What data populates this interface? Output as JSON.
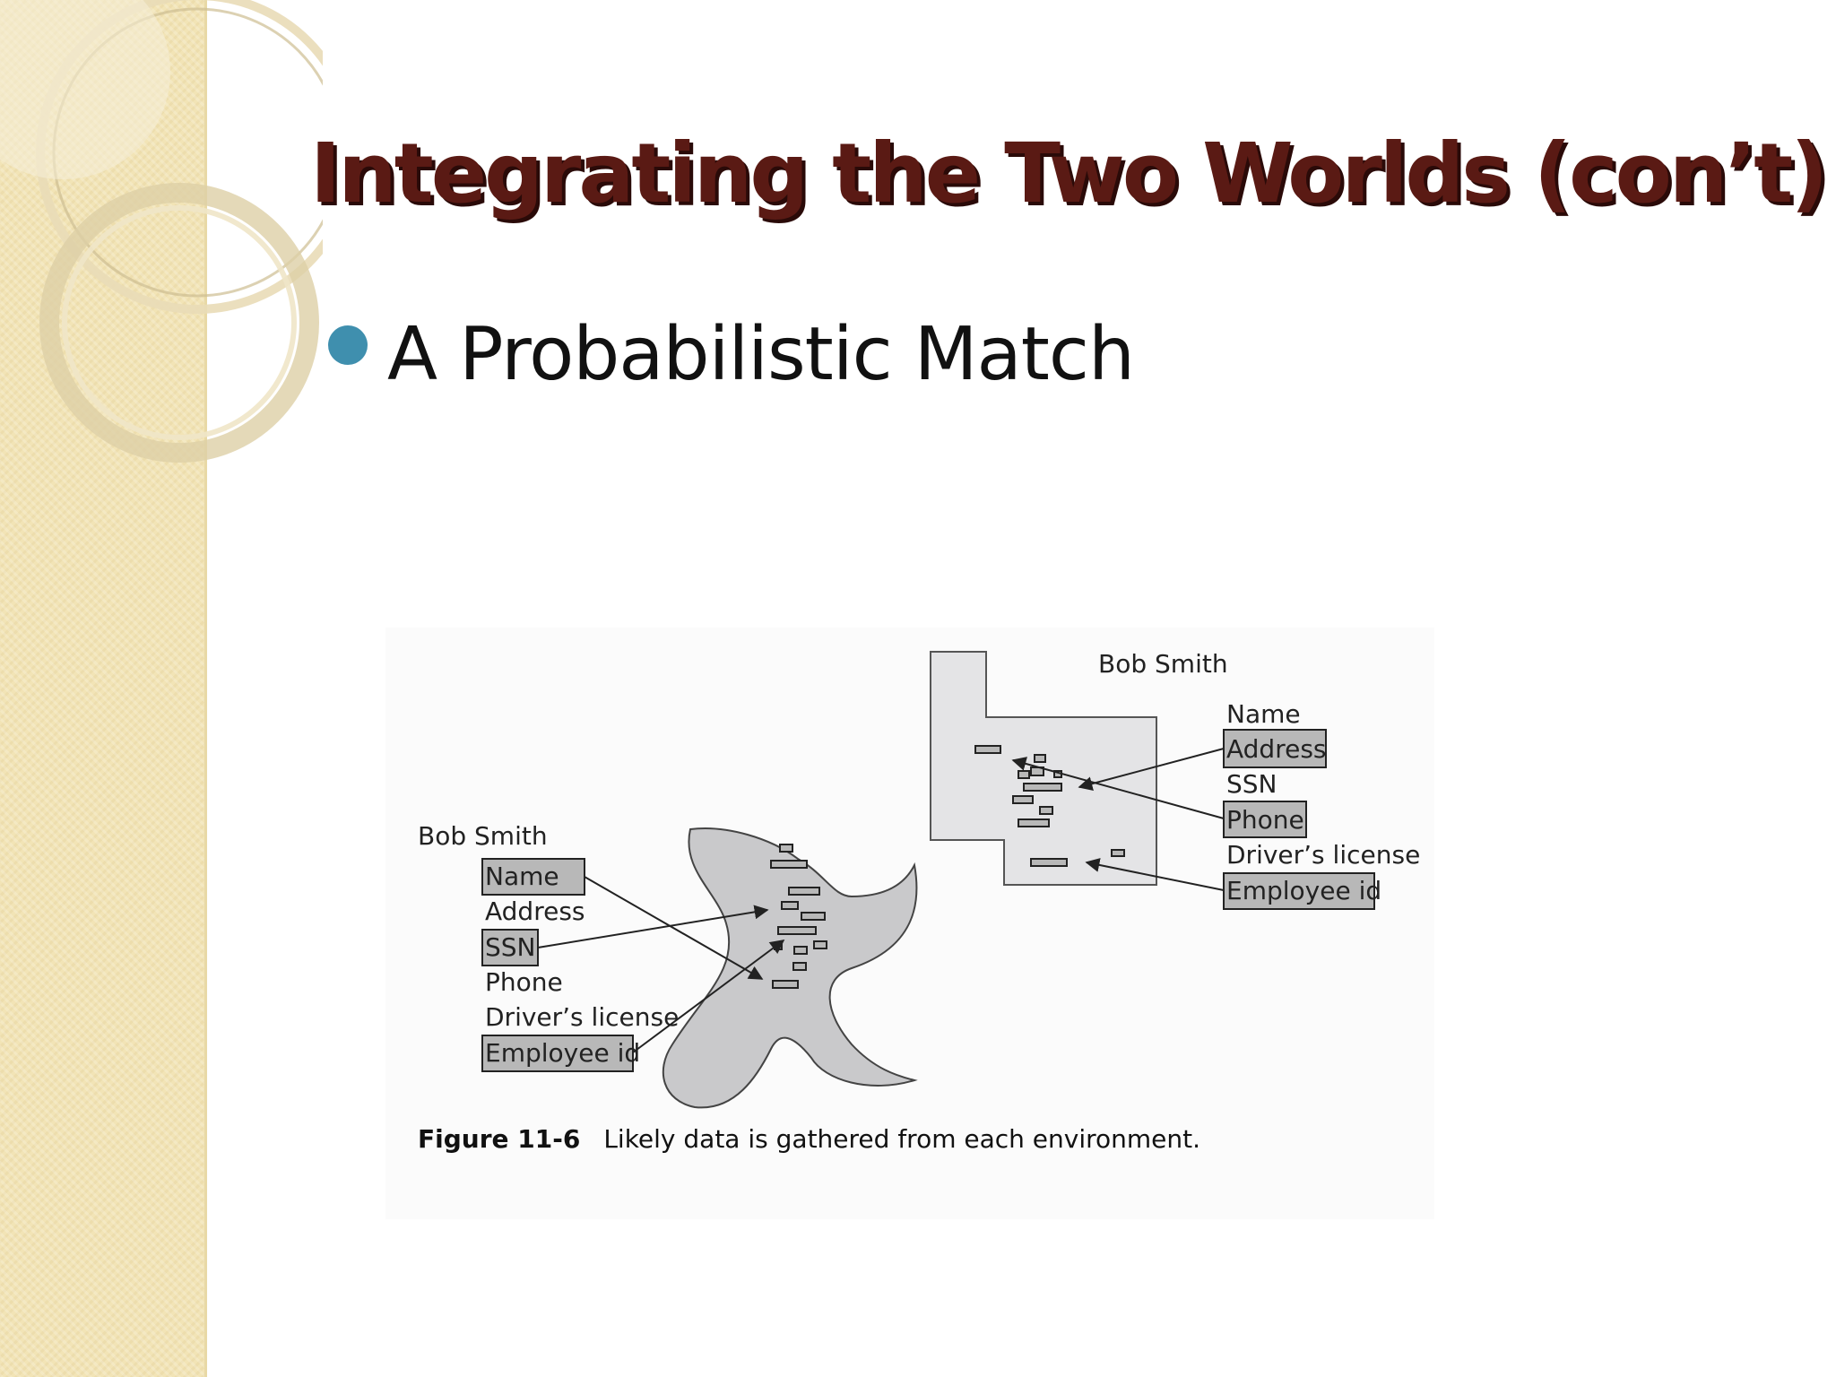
{
  "slide": {
    "title": "Integrating the Two Worlds (con’t)",
    "bullet": "A Probabilistic Match"
  },
  "figure": {
    "left_record": {
      "owner": "Bob Smith",
      "fields": [
        {
          "label": "Name",
          "highlighted": true
        },
        {
          "label": "Address",
          "highlighted": false
        },
        {
          "label": "SSN",
          "highlighted": true
        },
        {
          "label": "Phone",
          "highlighted": false
        },
        {
          "label": "Driver’s license",
          "highlighted": false
        },
        {
          "label": "Employee id",
          "highlighted": true
        }
      ]
    },
    "right_record": {
      "owner": "Bob Smith",
      "fields": [
        {
          "label": "Name",
          "highlighted": false
        },
        {
          "label": "Address",
          "highlighted": true
        },
        {
          "label": "SSN",
          "highlighted": false
        },
        {
          "label": "Phone",
          "highlighted": true
        },
        {
          "label": "Driver’s license",
          "highlighted": false
        },
        {
          "label": "Employee id",
          "highlighted": true
        }
      ]
    },
    "caption_label": "Figure 11-6",
    "caption_text": "Likely data is gathered from each environment."
  },
  "colors": {
    "title": "#5a1a14",
    "bullet": "#3f8fae",
    "sidebar": "#f2e4b6",
    "highlight_box": "#b8b8b8",
    "shape_fill_left": "#c9c9cb",
    "shape_fill_right": "#e4e4e6"
  }
}
